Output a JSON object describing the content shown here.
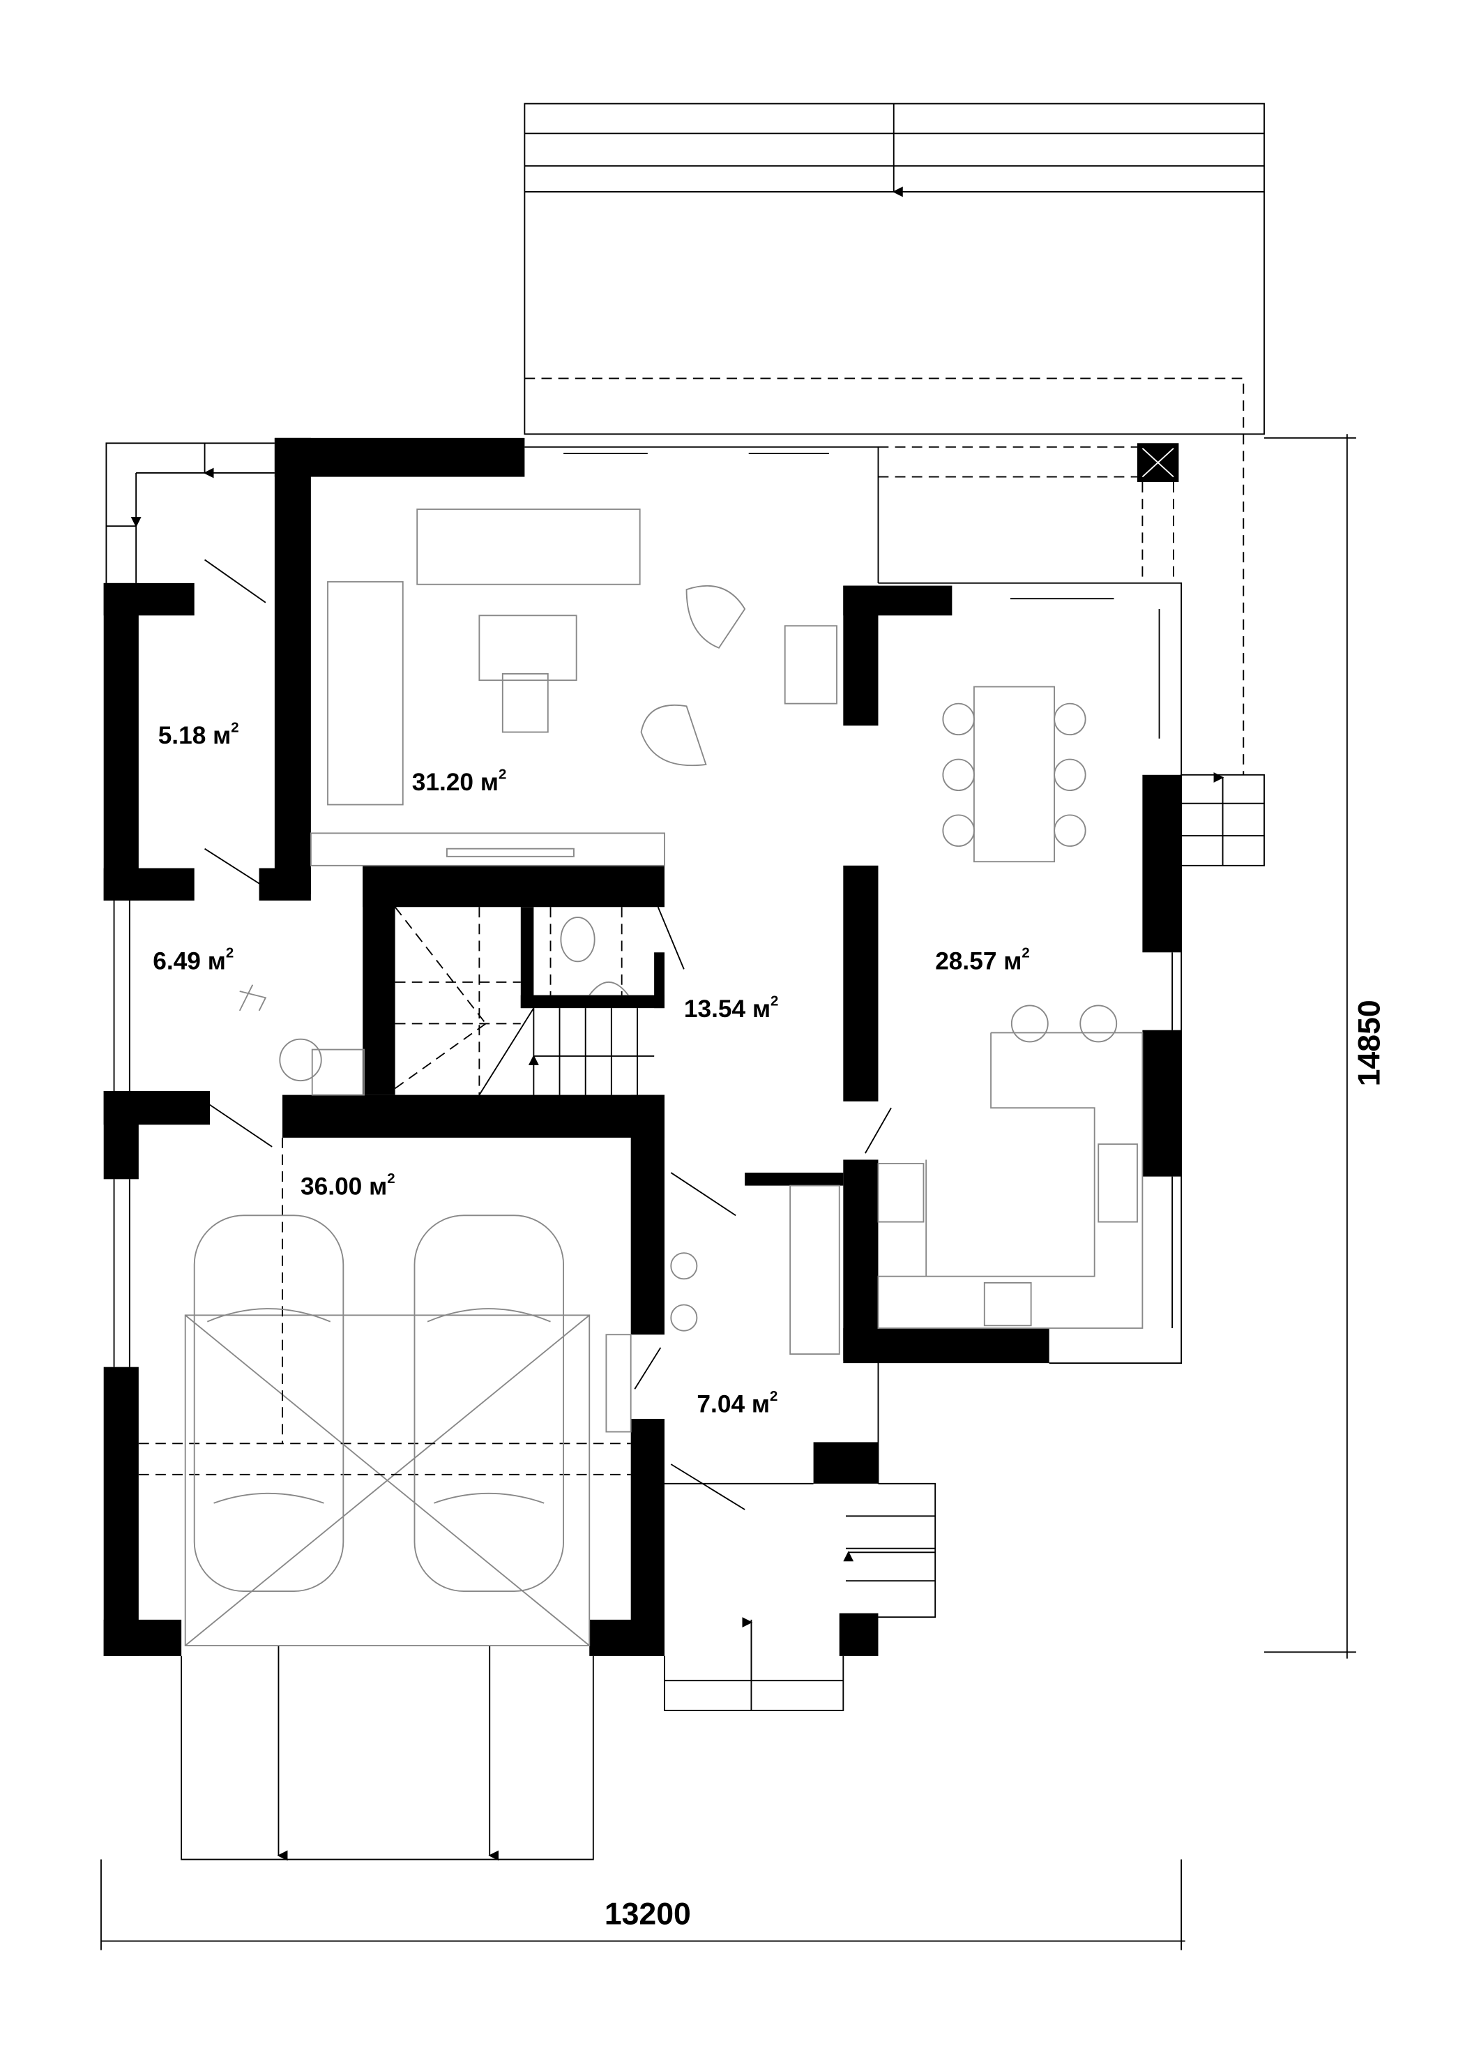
{
  "plan": {
    "unit": "м",
    "unit_power": "2",
    "rooms": [
      {
        "id": "vestibule",
        "area": "5.18"
      },
      {
        "id": "living",
        "area": "31.20"
      },
      {
        "id": "boiler",
        "area": "6.49"
      },
      {
        "id": "hall",
        "area": "13.54"
      },
      {
        "id": "kitchen-dining",
        "area": "28.57"
      },
      {
        "id": "garage",
        "area": "36.00"
      },
      {
        "id": "entry",
        "area": "7.04"
      }
    ],
    "dimensions": {
      "width": "13200",
      "depth": "14850"
    }
  }
}
